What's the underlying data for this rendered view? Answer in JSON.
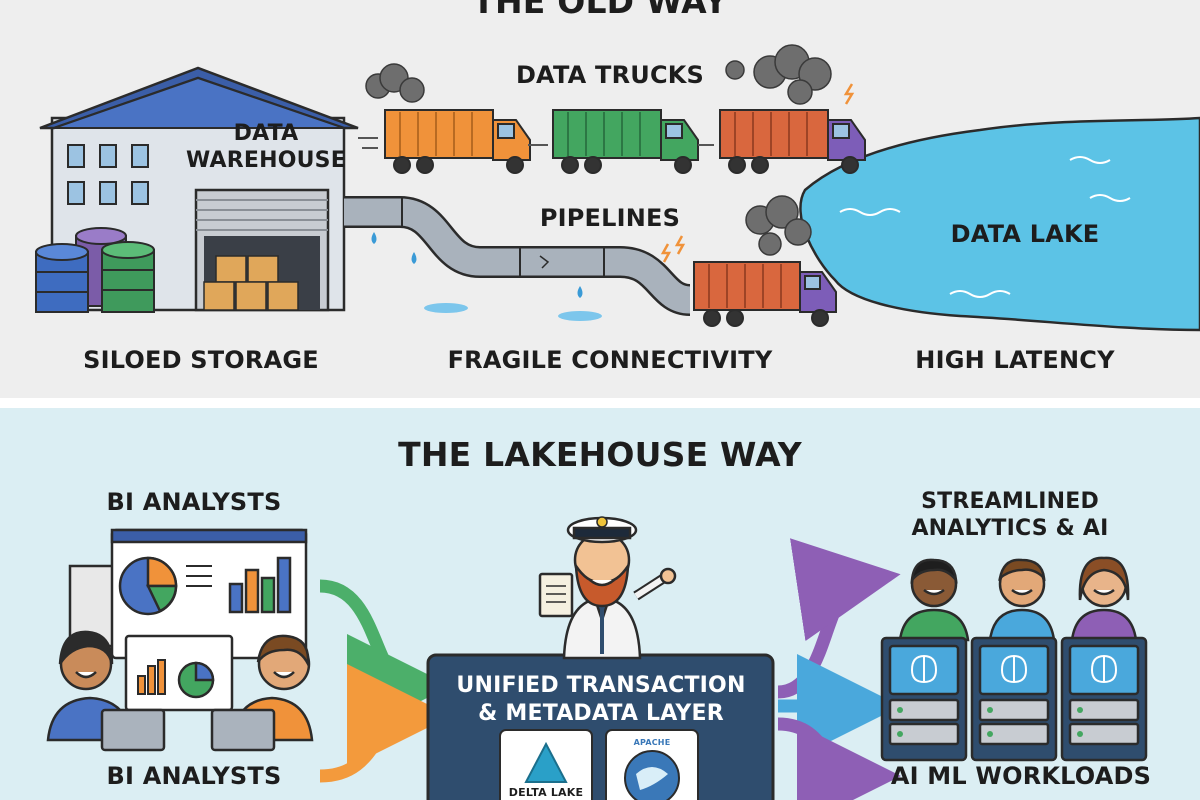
{
  "old_way": {
    "title": "THE OLD WAY",
    "warehouse_label": "DATA WAREHOUSE",
    "trucks_label": "DATA TRUCKS",
    "pipelines_label": "PIPELINES",
    "lake_label": "DATA LAKE",
    "siloed_storage": "SILOED STORAGE",
    "fragile_connectivity": "FRAGILE CONNECTIVITY",
    "high_latency": "HIGH LATENCY"
  },
  "lakehouse_way": {
    "title": "THE LAKEHOUSE WAY",
    "bi_analysts_top": "BI ANALYSTS",
    "bi_analysts_bottom": "BI ANALYSTS",
    "streamlined": "STREAMLINED ANALYTICS & AI",
    "ai_ml": "AI ML WORKLOADS",
    "layer_line1": "UNIFIED TRANSACTION",
    "layer_line2": "& METADATA LAYER",
    "delta_lake_logo": "DELTA LAKE",
    "apache_logo": "APACHE"
  },
  "colors": {
    "top_bg": "#eeeeee",
    "bottom_bg": "#dbeef3",
    "layer_box": "#2f4d6e",
    "lake": "#5cc3e6",
    "arrow_green": "#4caf6a",
    "arrow_orange": "#f39a3c",
    "arrow_purple": "#8e5fb5",
    "arrow_blue": "#4aa8dc"
  }
}
